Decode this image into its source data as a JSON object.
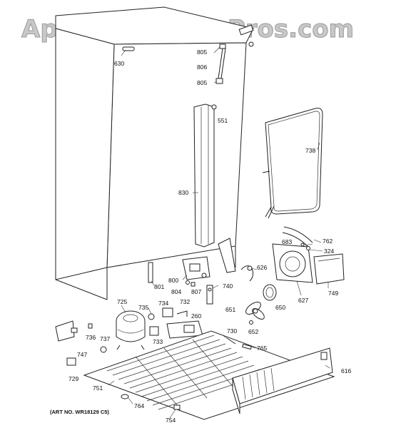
{
  "watermark": "AppliancePartsPros.com",
  "art_number": "(ART NO. WR18129 C5)",
  "part_labels": {
    "p630": "630",
    "p805a": "805",
    "p806": "806",
    "p805b": "805",
    "p551": "551",
    "p738": "738",
    "p830": "830",
    "p683": "683",
    "p762": "762",
    "p324": "324",
    "p626": "626",
    "p800": "800",
    "p801": "801",
    "p804": "804",
    "p807": "807",
    "p740": "740",
    "p627": "627",
    "p749": "749",
    "p725": "725",
    "p735": "735",
    "p734": "734",
    "p732": "732",
    "p260": "260",
    "p651": "651",
    "p650": "650",
    "p652": "652",
    "p730": "730",
    "p736": "736",
    "p737": "737",
    "p733": "733",
    "p747": "747",
    "p765": "765",
    "p729": "729",
    "p616": "616",
    "p751": "751",
    "p764": "764",
    "p754": "754"
  }
}
